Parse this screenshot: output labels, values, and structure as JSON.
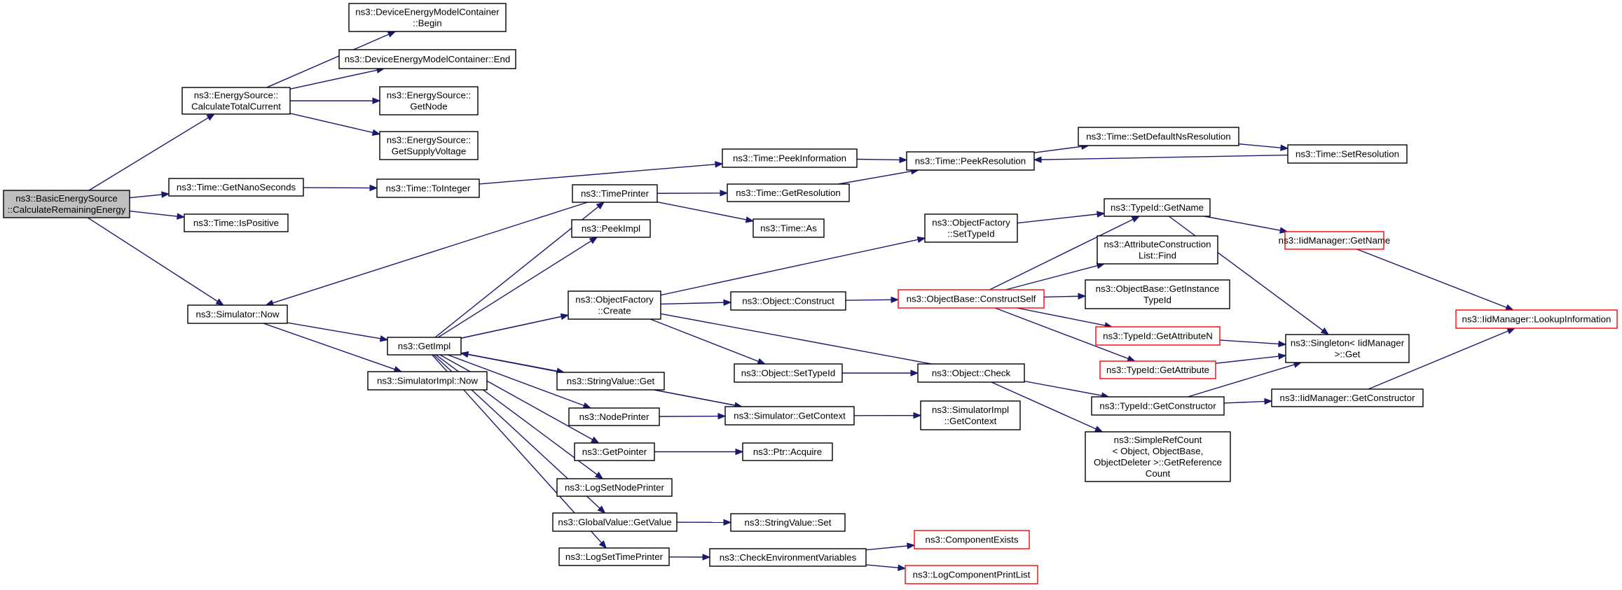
{
  "diagram": {
    "type": "call-graph",
    "colors": {
      "edge": "#191970",
      "node_border": "#000000",
      "root_fill": "#bfbfbf",
      "truncated_border": "#ff0000",
      "node_fill": "#ffffff"
    },
    "nodes": [
      {
        "id": "root",
        "lines": [
          "ns3::BasicEnergySource",
          "::CalculateRemainingEnergy"
        ],
        "style": "root"
      },
      {
        "id": "calcTotalCurrent",
        "lines": [
          "ns3::EnergySource::",
          "CalculateTotalCurrent"
        ],
        "style": "normal"
      },
      {
        "id": "demcBegin",
        "lines": [
          "ns3::DeviceEnergyModelContainer",
          "::Begin"
        ],
        "style": "normal"
      },
      {
        "id": "demcEnd",
        "lines": [
          "ns3::DeviceEnergyModelContainer::End"
        ],
        "style": "normal"
      },
      {
        "id": "esGetNode",
        "lines": [
          "ns3::EnergySource::",
          "GetNode"
        ],
        "style": "normal"
      },
      {
        "id": "esGetSupplyVoltage",
        "lines": [
          "ns3::EnergySource::",
          "GetSupplyVoltage"
        ],
        "style": "normal"
      },
      {
        "id": "getNanoSeconds",
        "lines": [
          "ns3::Time::GetNanoSeconds"
        ],
        "style": "normal"
      },
      {
        "id": "toInteger",
        "lines": [
          "ns3::Time::ToInteger"
        ],
        "style": "normal"
      },
      {
        "id": "peekInformation",
        "lines": [
          "ns3::Time::PeekInformation"
        ],
        "style": "normal"
      },
      {
        "id": "peekResolution",
        "lines": [
          "ns3::Time::PeekResolution"
        ],
        "style": "normal"
      },
      {
        "id": "setDefaultNsRes",
        "lines": [
          "ns3::Time::SetDefaultNsResolution"
        ],
        "style": "normal"
      },
      {
        "id": "setResolution",
        "lines": [
          "ns3::Time::SetResolution"
        ],
        "style": "normal"
      },
      {
        "id": "isPositive",
        "lines": [
          "ns3::Time::IsPositive"
        ],
        "style": "normal"
      },
      {
        "id": "timePrinter",
        "lines": [
          "ns3::TimePrinter"
        ],
        "style": "normal"
      },
      {
        "id": "getResolution",
        "lines": [
          "ns3::Time::GetResolution"
        ],
        "style": "normal"
      },
      {
        "id": "timeAs",
        "lines": [
          "ns3::Time::As"
        ],
        "style": "normal"
      },
      {
        "id": "peekImpl",
        "lines": [
          "ns3::PeekImpl"
        ],
        "style": "normal"
      },
      {
        "id": "simNow",
        "lines": [
          "ns3::Simulator::Now"
        ],
        "style": "normal"
      },
      {
        "id": "getImpl",
        "lines": [
          "ns3::GetImpl"
        ],
        "style": "normal"
      },
      {
        "id": "simImplNow",
        "lines": [
          "ns3::SimulatorImpl::Now"
        ],
        "style": "normal"
      },
      {
        "id": "ofCreate",
        "lines": [
          "ns3::ObjectFactory",
          "::Create"
        ],
        "style": "normal"
      },
      {
        "id": "objConstruct",
        "lines": [
          "ns3::Object::Construct"
        ],
        "style": "normal"
      },
      {
        "id": "objBaseConstructSelf",
        "lines": [
          "ns3::ObjectBase::ConstructSelf"
        ],
        "style": "truncated"
      },
      {
        "id": "ofSetTypeId",
        "lines": [
          "ns3::ObjectFactory",
          "::SetTypeId"
        ],
        "style": "normal"
      },
      {
        "id": "typeIdGetName",
        "lines": [
          "ns3::TypeId::GetName"
        ],
        "style": "normal"
      },
      {
        "id": "iidGetName",
        "lines": [
          "ns3::IidManager::GetName"
        ],
        "style": "truncated"
      },
      {
        "id": "iidLookupInfo",
        "lines": [
          "ns3::IidManager::LookupInformation"
        ],
        "style": "truncated"
      },
      {
        "id": "attrConstrFind",
        "lines": [
          "ns3::AttributeConstruction",
          "List::Find"
        ],
        "style": "normal"
      },
      {
        "id": "objBaseGetInstTypeId",
        "lines": [
          "ns3::ObjectBase::GetInstance",
          "TypeId"
        ],
        "style": "normal"
      },
      {
        "id": "typeIdGetAttrN",
        "lines": [
          "ns3::TypeId::GetAttributeN"
        ],
        "style": "truncated"
      },
      {
        "id": "typeIdGetAttr",
        "lines": [
          "ns3::TypeId::GetAttribute"
        ],
        "style": "truncated"
      },
      {
        "id": "singletonGet",
        "lines": [
          "ns3::Singleton< IidManager",
          ">::Get"
        ],
        "style": "normal"
      },
      {
        "id": "typeIdGetConstructor",
        "lines": [
          "ns3::TypeId::GetConstructor"
        ],
        "style": "normal"
      },
      {
        "id": "iidGetConstructor",
        "lines": [
          "ns3::IidManager::GetConstructor"
        ],
        "style": "normal"
      },
      {
        "id": "objSetTypeId",
        "lines": [
          "ns3::Object::SetTypeId"
        ],
        "style": "normal"
      },
      {
        "id": "objCheck",
        "lines": [
          "ns3::Object::Check"
        ],
        "style": "normal"
      },
      {
        "id": "simpleRefCount",
        "lines": [
          "ns3::SimpleRefCount",
          "< Object, ObjectBase,",
          "ObjectDeleter >::GetReference",
          "Count"
        ],
        "style": "normal"
      },
      {
        "id": "stringValueGet",
        "lines": [
          "ns3::StringValue::Get"
        ],
        "style": "normal"
      },
      {
        "id": "nodePrinter",
        "lines": [
          "ns3::NodePrinter"
        ],
        "style": "normal"
      },
      {
        "id": "simGetContext",
        "lines": [
          "ns3::Simulator::GetContext"
        ],
        "style": "normal"
      },
      {
        "id": "simImplGetContext",
        "lines": [
          "ns3::SimulatorImpl",
          "::GetContext"
        ],
        "style": "normal"
      },
      {
        "id": "getPointer",
        "lines": [
          "ns3::GetPointer"
        ],
        "style": "normal"
      },
      {
        "id": "ptrAcquire",
        "lines": [
          "ns3::Ptr::Acquire"
        ],
        "style": "normal"
      },
      {
        "id": "logSetNodePrinter",
        "lines": [
          "ns3::LogSetNodePrinter"
        ],
        "style": "normal"
      },
      {
        "id": "globalValueGetValue",
        "lines": [
          "ns3::GlobalValue::GetValue"
        ],
        "style": "normal"
      },
      {
        "id": "stringValueSet",
        "lines": [
          "ns3::StringValue::Set"
        ],
        "style": "normal"
      },
      {
        "id": "logSetTimePrinter",
        "lines": [
          "ns3::LogSetTimePrinter"
        ],
        "style": "normal"
      },
      {
        "id": "checkEnvVars",
        "lines": [
          "ns3::CheckEnvironmentVariables"
        ],
        "style": "normal"
      },
      {
        "id": "componentExists",
        "lines": [
          "ns3::ComponentExists"
        ],
        "style": "truncated"
      },
      {
        "id": "logComponentPrintList",
        "lines": [
          "ns3::LogComponentPrintList"
        ],
        "style": "truncated"
      }
    ],
    "edges": [
      {
        "from": "root",
        "to": "calcTotalCurrent"
      },
      {
        "from": "root",
        "to": "getNanoSeconds"
      },
      {
        "from": "root",
        "to": "isPositive"
      },
      {
        "from": "root",
        "to": "simNow"
      },
      {
        "from": "calcTotalCurrent",
        "to": "demcBegin"
      },
      {
        "from": "calcTotalCurrent",
        "to": "demcEnd"
      },
      {
        "from": "calcTotalCurrent",
        "to": "esGetNode"
      },
      {
        "from": "calcTotalCurrent",
        "to": "esGetSupplyVoltage"
      },
      {
        "from": "getNanoSeconds",
        "to": "toInteger"
      },
      {
        "from": "toInteger",
        "to": "peekInformation"
      },
      {
        "from": "peekInformation",
        "to": "peekResolution"
      },
      {
        "from": "peekResolution",
        "to": "setDefaultNsRes"
      },
      {
        "from": "setDefaultNsRes",
        "to": "setResolution"
      },
      {
        "from": "setResolution",
        "to": "peekResolution"
      },
      {
        "from": "getResolution",
        "to": "peekResolution"
      },
      {
        "from": "timePrinter",
        "to": "getResolution"
      },
      {
        "from": "timePrinter",
        "to": "timeAs"
      },
      {
        "from": "timePrinter",
        "to": "simNow"
      },
      {
        "from": "simNow",
        "to": "getImpl"
      },
      {
        "from": "simNow",
        "to": "simImplNow"
      },
      {
        "from": "getImpl",
        "to": "timePrinter"
      },
      {
        "from": "getImpl",
        "to": "peekImpl"
      },
      {
        "from": "getImpl",
        "to": "ofSetTypeId"
      },
      {
        "from": "getImpl",
        "to": "ofCreate"
      },
      {
        "from": "getImpl",
        "to": "stringValueGet"
      },
      {
        "from": "getImpl",
        "to": "nodePrinter"
      },
      {
        "from": "getImpl",
        "to": "simGetContext"
      },
      {
        "from": "getImpl",
        "to": "getPointer"
      },
      {
        "from": "getImpl",
        "to": "logSetNodePrinter"
      },
      {
        "from": "getImpl",
        "to": "globalValueGetValue"
      },
      {
        "from": "getImpl",
        "to": "logSetTimePrinter"
      },
      {
        "from": "simGetContext",
        "to": "getImpl"
      },
      {
        "from": "ofSetTypeId",
        "to": "typeIdGetName"
      },
      {
        "from": "ofCreate",
        "to": "objConstruct"
      },
      {
        "from": "ofCreate",
        "to": "objSetTypeId"
      },
      {
        "from": "ofCreate",
        "to": "typeIdGetConstructor"
      },
      {
        "from": "objConstruct",
        "to": "objBaseConstructSelf"
      },
      {
        "from": "objBaseConstructSelf",
        "to": "typeIdGetName"
      },
      {
        "from": "objBaseConstructSelf",
        "to": "attrConstrFind"
      },
      {
        "from": "objBaseConstructSelf",
        "to": "objBaseGetInstTypeId"
      },
      {
        "from": "objBaseConstructSelf",
        "to": "typeIdGetAttrN"
      },
      {
        "from": "objBaseConstructSelf",
        "to": "typeIdGetAttr"
      },
      {
        "from": "typeIdGetName",
        "to": "iidGetName"
      },
      {
        "from": "typeIdGetName",
        "to": "singletonGet"
      },
      {
        "from": "iidGetName",
        "to": "iidLookupInfo"
      },
      {
        "from": "typeIdGetAttrN",
        "to": "singletonGet"
      },
      {
        "from": "typeIdGetAttr",
        "to": "singletonGet"
      },
      {
        "from": "typeIdGetConstructor",
        "to": "singletonGet"
      },
      {
        "from": "typeIdGetConstructor",
        "to": "iidGetConstructor"
      },
      {
        "from": "iidGetConstructor",
        "to": "iidLookupInfo"
      },
      {
        "from": "objSetTypeId",
        "to": "objCheck"
      },
      {
        "from": "objCheck",
        "to": "simpleRefCount"
      },
      {
        "from": "nodePrinter",
        "to": "simGetContext"
      },
      {
        "from": "simGetContext",
        "to": "simImplGetContext"
      },
      {
        "from": "getPointer",
        "to": "ptrAcquire"
      },
      {
        "from": "globalValueGetValue",
        "to": "stringValueSet"
      },
      {
        "from": "logSetTimePrinter",
        "to": "checkEnvVars"
      },
      {
        "from": "checkEnvVars",
        "to": "componentExists"
      },
      {
        "from": "checkEnvVars",
        "to": "logComponentPrintList"
      }
    ]
  }
}
